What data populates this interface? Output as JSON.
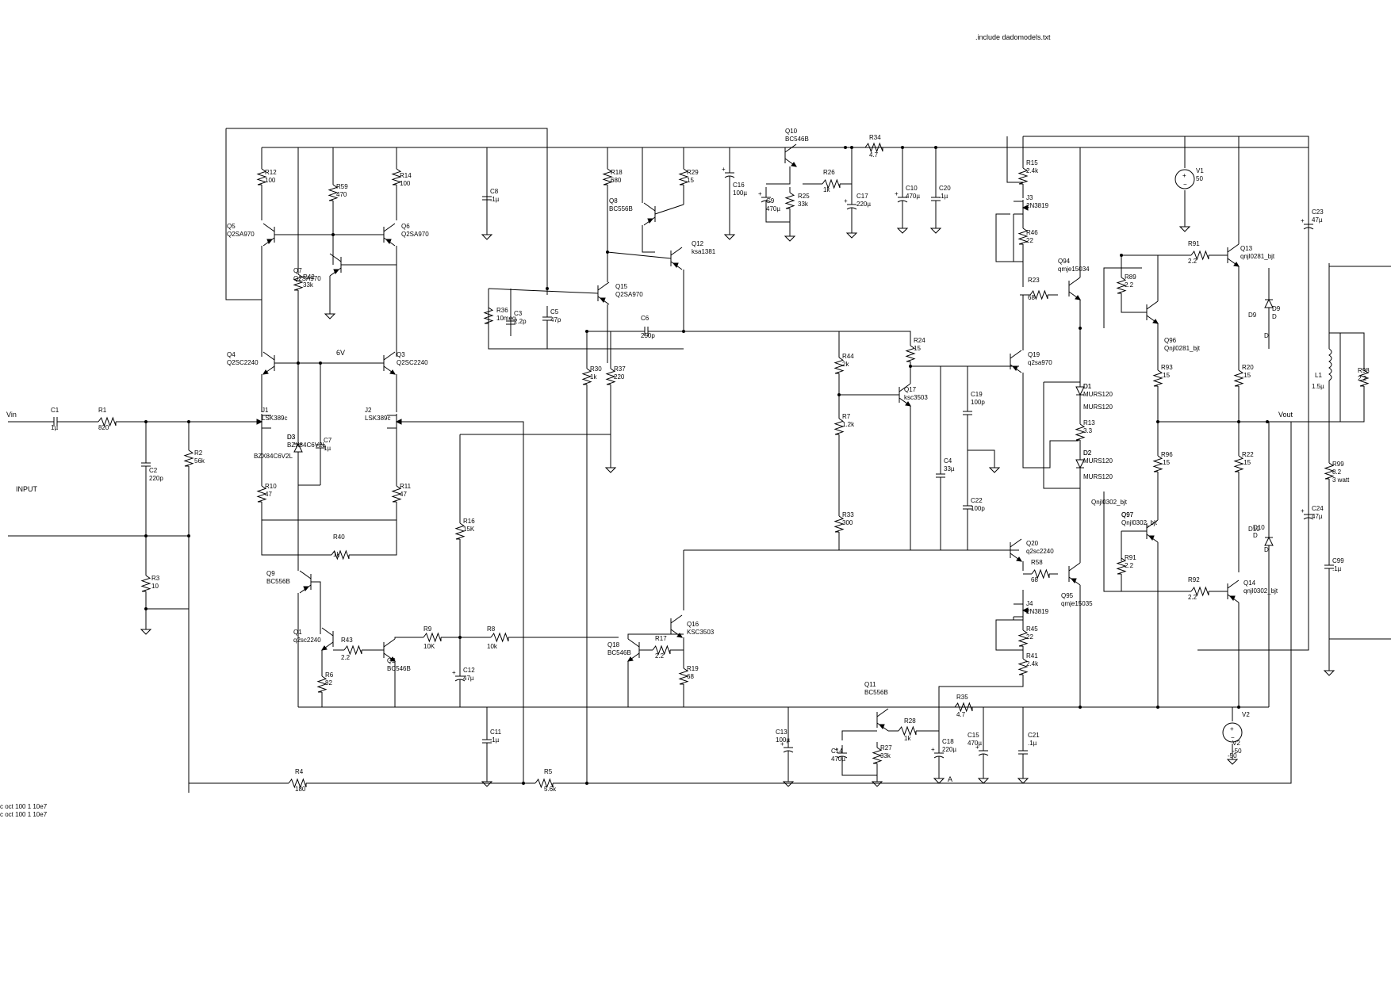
{
  "directive": ".include dadomodels.txt",
  "nets": {
    "vin": "Vin",
    "vout": "Vout",
    "input": "INPUT",
    "node_6v": "6V",
    "node_a": "A"
  },
  "side_notes": [
    "c oct 100 1 10e7",
    "c oct 100 1 10e7"
  ],
  "components": [
    {
      "ref": "C1",
      "value": "1µ"
    },
    {
      "ref": "R1",
      "value": "820"
    },
    {
      "ref": "C2",
      "value": "220p"
    },
    {
      "ref": "R2",
      "value": "56k"
    },
    {
      "ref": "R3",
      "value": "10"
    },
    {
      "ref": "R4",
      "value": "180"
    },
    {
      "ref": "R5",
      "value": "5.6k"
    },
    {
      "ref": "R12",
      "value": "100"
    },
    {
      "ref": "Q5",
      "value": "Q2SA970"
    },
    {
      "ref": "R59",
      "value": "470"
    },
    {
      "ref": "R14",
      "value": "100"
    },
    {
      "ref": "Q6",
      "value": "Q2SA970"
    },
    {
      "ref": "Q7",
      "value": "Q2SA970"
    },
    {
      "ref": "R42",
      "value": "33k"
    },
    {
      "ref": "Q4",
      "value": "Q2SC2240"
    },
    {
      "ref": "Q3",
      "value": "Q2SC2240"
    },
    {
      "ref": "J1",
      "value": "LSK389c"
    },
    {
      "ref": "J2",
      "value": "LSK389c"
    },
    {
      "ref": "D3",
      "value": "BZX84C6V2L"
    },
    {
      "ref": "C7",
      "value": "1µ"
    },
    {
      "ref": "R10",
      "value": "47"
    },
    {
      "ref": "R11",
      "value": "47"
    },
    {
      "ref": "R40",
      "value": "1k"
    },
    {
      "ref": "C8",
      "value": ".1µ"
    },
    {
      "ref": "Q9",
      "value": "BC556B"
    },
    {
      "ref": "Q1",
      "value": "q2sc2240"
    },
    {
      "ref": "R43",
      "value": "2.2"
    },
    {
      "ref": "R6",
      "value": "82"
    },
    {
      "ref": "Q2",
      "value": "BC546B"
    },
    {
      "ref": "R9",
      "value": "10K"
    },
    {
      "ref": "R8",
      "value": "10k"
    },
    {
      "ref": "R16",
      "value": "15K"
    },
    {
      "ref": "C12",
      "value": "47µ"
    },
    {
      "ref": "C11",
      "value": ".1µ"
    },
    {
      "ref": "R18",
      "value": "680"
    },
    {
      "ref": "Q8",
      "value": "BC556B"
    },
    {
      "ref": "R29",
      "value": "15"
    },
    {
      "ref": "Q12",
      "value": "ksa1381"
    },
    {
      "ref": "Q15",
      "value": "Q2SA970"
    },
    {
      "ref": "R36",
      "value": "10meg"
    },
    {
      "ref": "C3",
      "value": "2.2p"
    },
    {
      "ref": "C5",
      "value": "47p"
    },
    {
      "ref": "C6",
      "value": "250p"
    },
    {
      "ref": "R30",
      "value": "1k"
    },
    {
      "ref": "R37",
      "value": "220"
    },
    {
      "ref": "C16",
      "value": "100µ"
    },
    {
      "ref": "Q10",
      "value": "BC546B"
    },
    {
      "ref": "C9",
      "value": "470µ"
    },
    {
      "ref": "R25",
      "value": "33k"
    },
    {
      "ref": "R26",
      "value": "1k"
    },
    {
      "ref": "R34",
      "value": "4.7"
    },
    {
      "ref": "C17",
      "value": "220µ"
    },
    {
      "ref": "C10",
      "value": "470µ"
    },
    {
      "ref": "C20",
      "value": ".1µ"
    },
    {
      "ref": "Q16",
      "value": "KSC3503"
    },
    {
      "ref": "Q18",
      "value": "BC546B"
    },
    {
      "ref": "R17",
      "value": "2.2"
    },
    {
      "ref": "R19",
      "value": "68"
    },
    {
      "ref": "R44",
      "value": "2k"
    },
    {
      "ref": "R7",
      "value": "1.2k"
    },
    {
      "ref": "R33",
      "value": "300"
    },
    {
      "ref": "R24",
      "value": "15"
    },
    {
      "ref": "Q17",
      "value": "ksc3503"
    },
    {
      "ref": "C19",
      "value": "100p"
    },
    {
      "ref": "C4",
      "value": "33µ"
    },
    {
      "ref": "C22",
      "value": "100p"
    },
    {
      "ref": "C13",
      "value": "100µ"
    },
    {
      "ref": "Q11",
      "value": "BC556B"
    },
    {
      "ref": "C14",
      "value": "470µ"
    },
    {
      "ref": "R27",
      "value": "33k"
    },
    {
      "ref": "R28",
      "value": "1k"
    },
    {
      "ref": "C18",
      "value": "220µ"
    },
    {
      "ref": "R35",
      "value": "4.7"
    },
    {
      "ref": "C15",
      "value": "470µ"
    },
    {
      "ref": "C21",
      "value": ".1µ"
    },
    {
      "ref": "R15",
      "value": "2.4k"
    },
    {
      "ref": "J3",
      "value": "2N3819"
    },
    {
      "ref": "R46",
      "value": "22"
    },
    {
      "ref": "Q94",
      "value": "qmje15034"
    },
    {
      "ref": "R23",
      "value": "68"
    },
    {
      "ref": "Q19",
      "value": "q2sa970"
    },
    {
      "ref": "D1",
      "value": "MURS120"
    },
    {
      "ref": "R13",
      "value": "3.3"
    },
    {
      "ref": "D2",
      "value": "MURS120"
    },
    {
      "ref": "Q20",
      "value": "q2sc2240"
    },
    {
      "ref": "R58",
      "value": "68"
    },
    {
      "ref": "Q95",
      "value": "qmje15035"
    },
    {
      "ref": "J4",
      "value": "2N3819"
    },
    {
      "ref": "R45",
      "value": "22"
    },
    {
      "ref": "R41",
      "value": "2.4k"
    },
    {
      "ref": "V1",
      "value": "50"
    },
    {
      "ref": "R91",
      "value": "2.2"
    },
    {
      "ref": "Q13",
      "value": "qnjl0281_bjt"
    },
    {
      "ref": "R89",
      "value": "2.2"
    },
    {
      "ref": "Q96",
      "value": "Qnjl0281_bjt"
    },
    {
      "ref": "R93",
      "value": ".15"
    },
    {
      "ref": "R20",
      "value": ".15"
    },
    {
      "ref": "R96",
      "value": ".15"
    },
    {
      "ref": "R22",
      "value": ".15"
    },
    {
      "ref": "Q97",
      "value": "Qnjl0302_bjt"
    },
    {
      "ref": "R91b",
      "label": "R91",
      "value": "2.2"
    },
    {
      "ref": "R92",
      "value": "2.2"
    },
    {
      "ref": "Q14",
      "value": "qnjl0302_bjt"
    },
    {
      "ref": "V2",
      "value": "-50"
    },
    {
      "ref": "C23",
      "value": "47µ"
    },
    {
      "ref": "C24",
      "value": "47µ"
    },
    {
      "ref": "D9",
      "value": "D"
    },
    {
      "ref": "D10",
      "value": "D"
    },
    {
      "ref": "L1",
      "value": "1.5µ"
    },
    {
      "ref": "R98",
      "value": "2.2"
    },
    {
      "ref": "R99",
      "value": "8.2",
      "extra": "3 watt"
    },
    {
      "ref": "C99",
      "value": ".1µ"
    }
  ]
}
